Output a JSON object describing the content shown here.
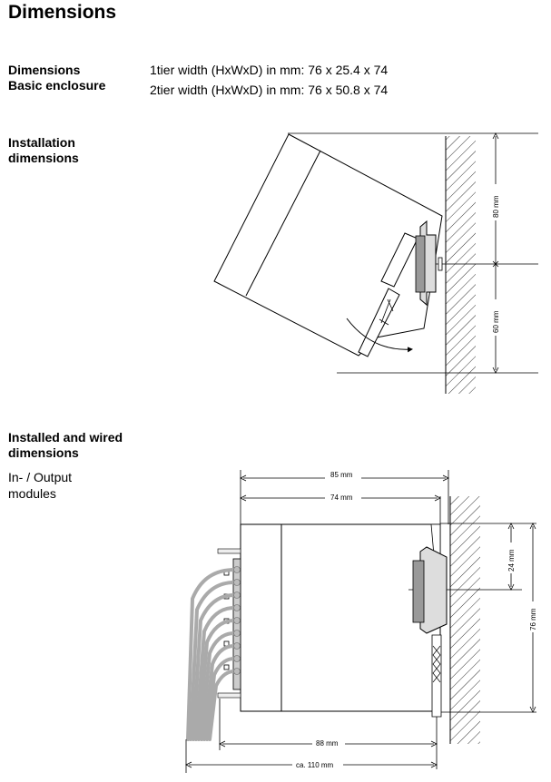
{
  "page": {
    "title": "Dimensions"
  },
  "basic": {
    "label_line1": "Dimensions",
    "label_line2": "Basic enclosure",
    "spec1": "1tier width (HxWxD) in mm: 76 x 25.4 x 74",
    "spec2": "2tier width (HxWxD) in mm: 76 x 50.8 x 74"
  },
  "installation": {
    "label_line1": "Installation",
    "label_line2": "dimensions",
    "dim_top": "80 mm",
    "dim_bottom": "60 mm"
  },
  "wired": {
    "label_line1": "Installed and wired",
    "label_line2": "dimensions",
    "sub_line1": "In- / Output",
    "sub_line2": "modules",
    "dim_85": "85 mm",
    "dim_74": "74 mm",
    "dim_24": "24 mm",
    "dim_76": "76 mm",
    "dim_88": "88 mm",
    "dim_110": "ca. 110 mm"
  }
}
